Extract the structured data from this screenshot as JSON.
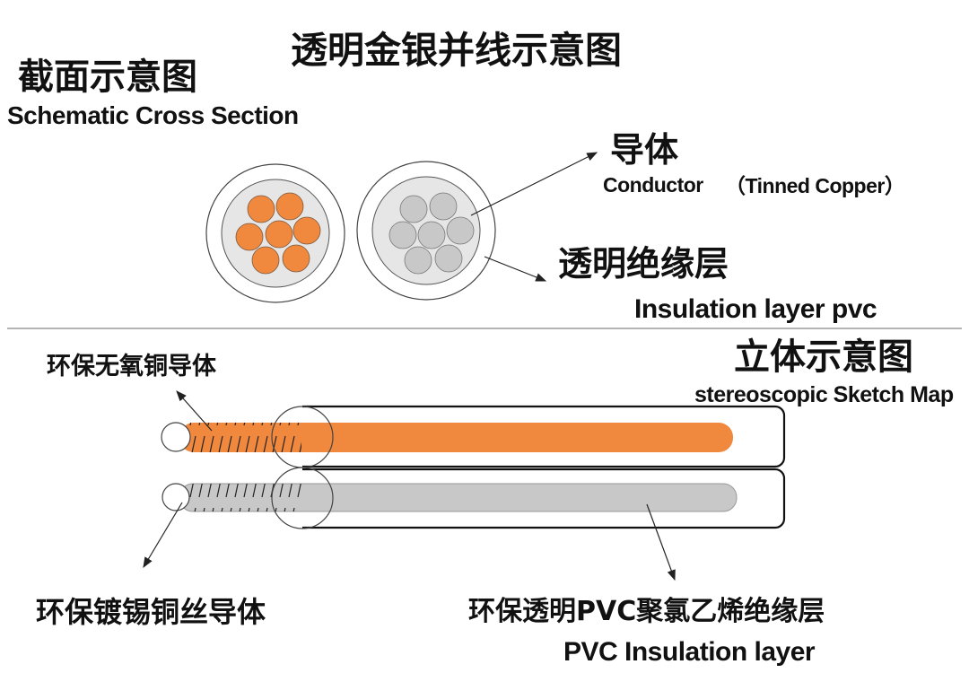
{
  "header": {
    "title": "透明金银并线示意图"
  },
  "cross_section": {
    "title_cn": "截面示意图",
    "title_en": "Schematic Cross Section",
    "conductor_cn": "导体",
    "conductor_en": "Conductor",
    "conductor_note": "（Tinned Copper）",
    "insulation_cn": "透明绝缘层",
    "insulation_en": "Insulation layer pvc"
  },
  "stereo": {
    "title_cn": "立体示意图",
    "title_en": "stereoscopic Sketch Map",
    "copper_conductor_cn": "环保无氧铜导体",
    "tinned_conductor_cn": "环保镀锡铜丝导体",
    "pvc_cn": "环保透明PVC聚氯乙烯绝缘层",
    "pvc_en": "PVC Insulation layer"
  },
  "colors": {
    "copper": "#F0883E",
    "tinned": "#C8C8C8",
    "insulation": "#E6E6E6",
    "outline": "#222222"
  },
  "icons": [
    "arrow-icon"
  ]
}
